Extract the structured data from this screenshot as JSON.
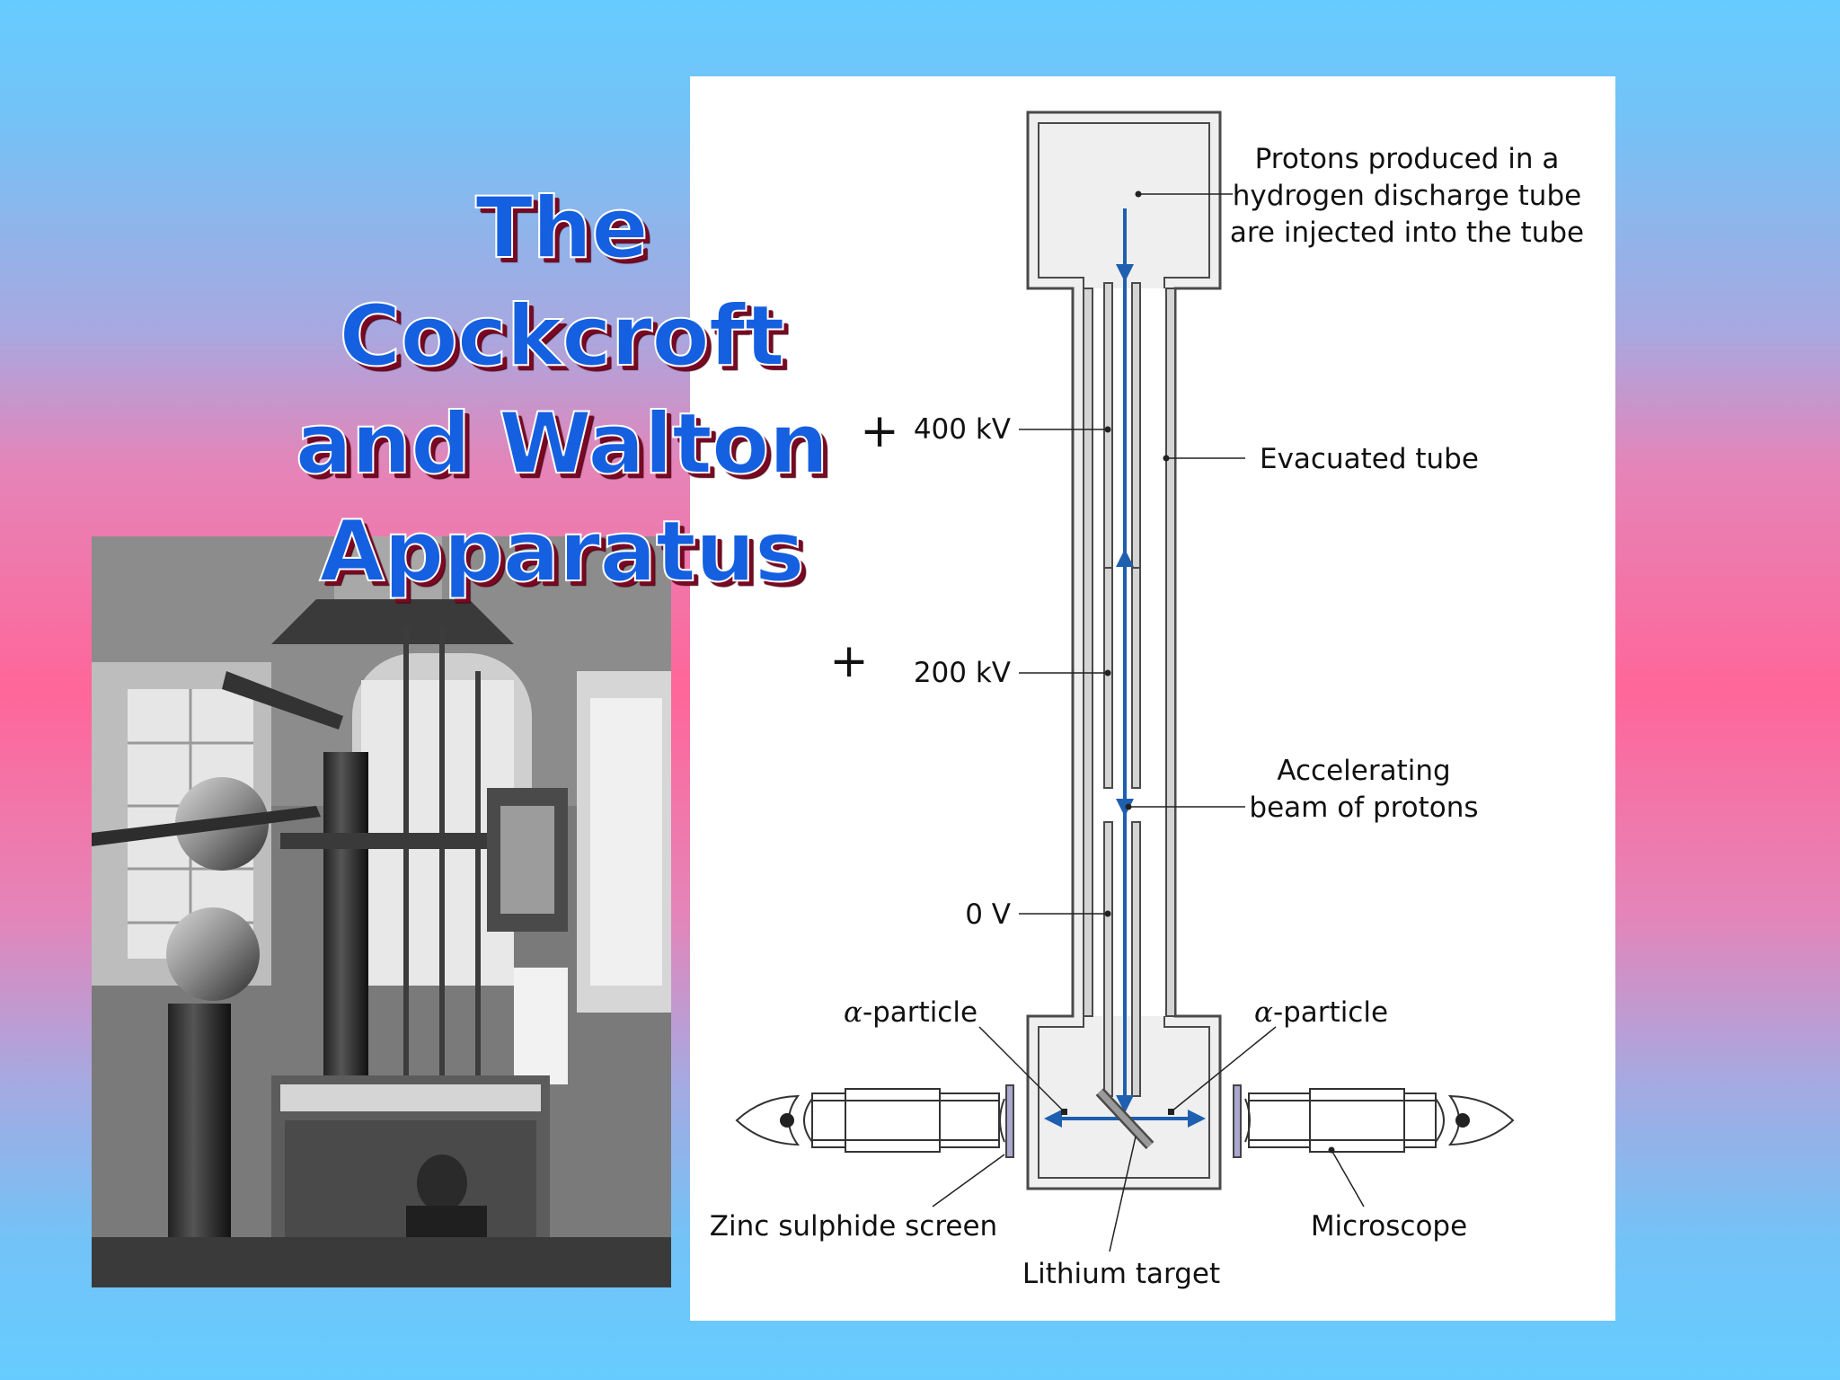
{
  "slide": {
    "title_lines": [
      "The Cockcroft",
      "and Walton",
      "Apparatus"
    ]
  },
  "photo": {
    "icon": "historical-photo-icon"
  },
  "diagram": {
    "labels": {
      "source_line1": "Protons produced in a",
      "source_line2": "hydrogen discharge tube",
      "source_line3": "are injected into the tube",
      "evacuated_tube": "Evacuated tube",
      "beam_line1": "Accelerating",
      "beam_line2": "beam of protons",
      "v400": "400 kV",
      "v200": "200 kV",
      "v0": "0 V",
      "plus_sign": "+",
      "alpha_symbol": "α",
      "alpha_suffix": "-particle",
      "zinc_screen": "Zinc sulphide screen",
      "lithium_target": "Lithium target",
      "microscope": "Microscope"
    },
    "colors": {
      "beam": "#1e5fb0",
      "apparatus_fill": "#efefef",
      "electrode_fill": "#d4d4d4",
      "outline": "#4a4a4a"
    }
  }
}
